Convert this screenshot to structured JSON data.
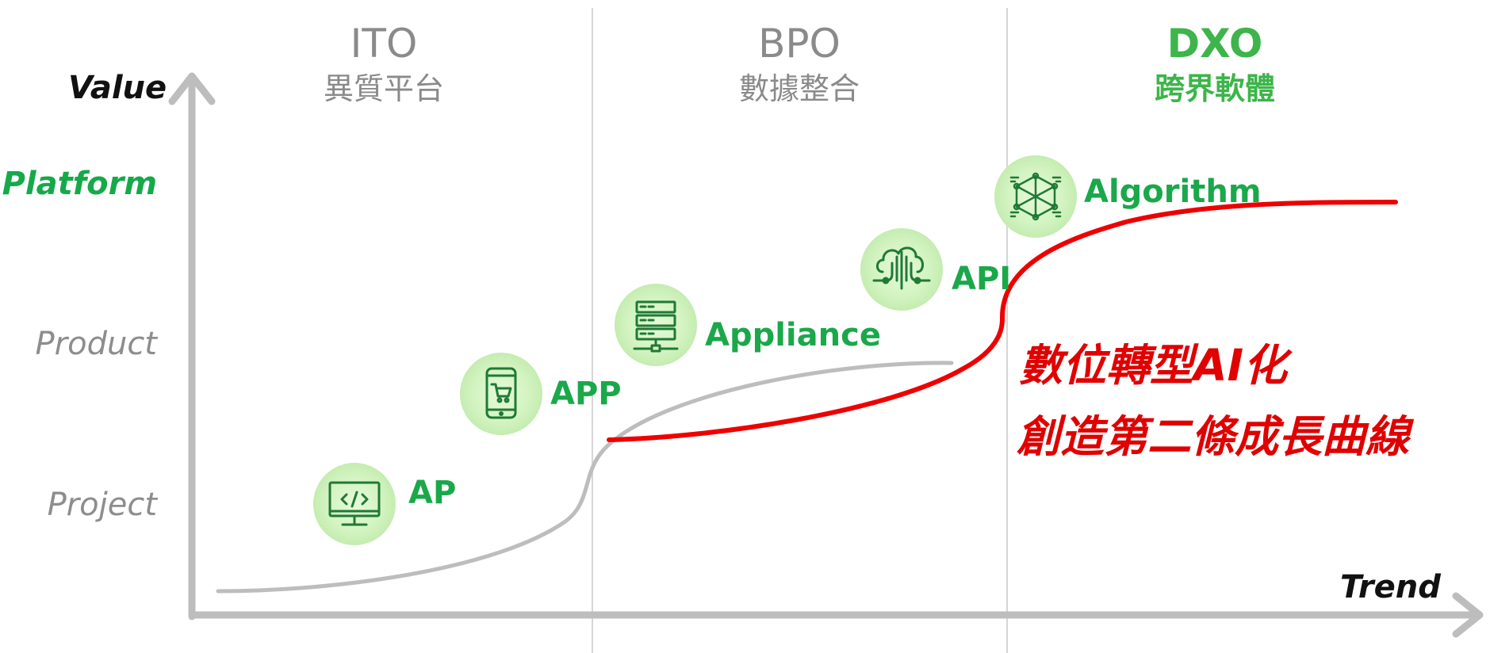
{
  "phases": [
    {
      "title": "ITO",
      "subtitle": "異質平台",
      "highlight": false
    },
    {
      "title": "BPO",
      "subtitle": "數據整合",
      "highlight": false
    },
    {
      "title": "DXO",
      "subtitle": "跨界軟體",
      "highlight": true
    }
  ],
  "axes": {
    "y_label": "Value",
    "x_label": "Trend",
    "levels": [
      {
        "label": "Platform",
        "highlight": true
      },
      {
        "label": "Product",
        "highlight": false
      },
      {
        "label": "Project",
        "highlight": false
      }
    ]
  },
  "technologies": [
    {
      "label": "AP",
      "icon": "monitor-code-icon"
    },
    {
      "label": "APP",
      "icon": "mobile-cart-icon"
    },
    {
      "label": "Appliance",
      "icon": "server-stack-icon"
    },
    {
      "label": "API",
      "icon": "cloud-network-icon"
    },
    {
      "label": "Algorithm",
      "icon": "cube-network-icon"
    }
  ],
  "tagline": {
    "line1": "數位轉型AI化",
    "line2": "創造第二條成長曲線"
  },
  "colors": {
    "green": "#1aa84a",
    "grey": "#8a8a8a",
    "red_curve": "#ee0000",
    "grey_curve": "#bdbdbd",
    "icon_bg": "#c9f0b8"
  }
}
